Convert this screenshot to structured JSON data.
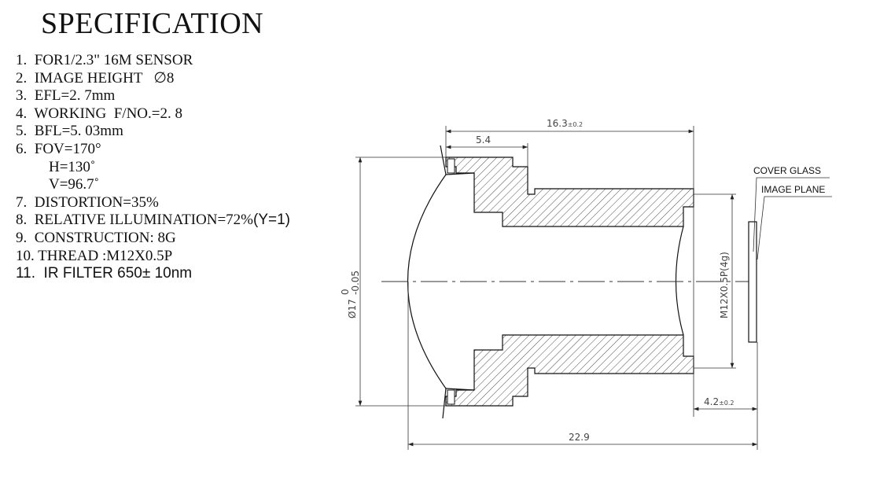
{
  "title": "SPECIFICATION",
  "specs": [
    "1.  FOR1/2.3\" 16M SENSOR",
    "2.  IMAGE HEIGHT   ∅8",
    "3.  EFL=2. 7mm",
    "4.  WORKING  F/NO.=2. 8",
    "5.  BFL=5. 03mm",
    "6.  FOV=170°",
    "H=130˚",
    "V=96.7˚",
    "7.  DISTORTION=35%",
    "8.  RELATIVE ILLUMINATION=72%",
    "(Y=1)",
    "9.  CONSTRUCTION: 8G",
    "10. THREAD :M12X0.5P",
    "11.  IR FILTER 650± 10nm"
  ],
  "drawing": {
    "dim_length": "16.3",
    "dim_length_tol": "±0.2",
    "dim_flange": "5.4",
    "dim_diameter": "Ø17",
    "dim_diameter_tol_upper": "0",
    "dim_diameter_tol_lower": "-0.05",
    "dim_thread": "M12X0.5P(4g)",
    "dim_back": "4.2",
    "dim_back_tol": "±0.2",
    "dim_total": "22.9",
    "label_cover_glass": "COVER GLASS",
    "label_image_plane": "IMAGE PLANE"
  }
}
